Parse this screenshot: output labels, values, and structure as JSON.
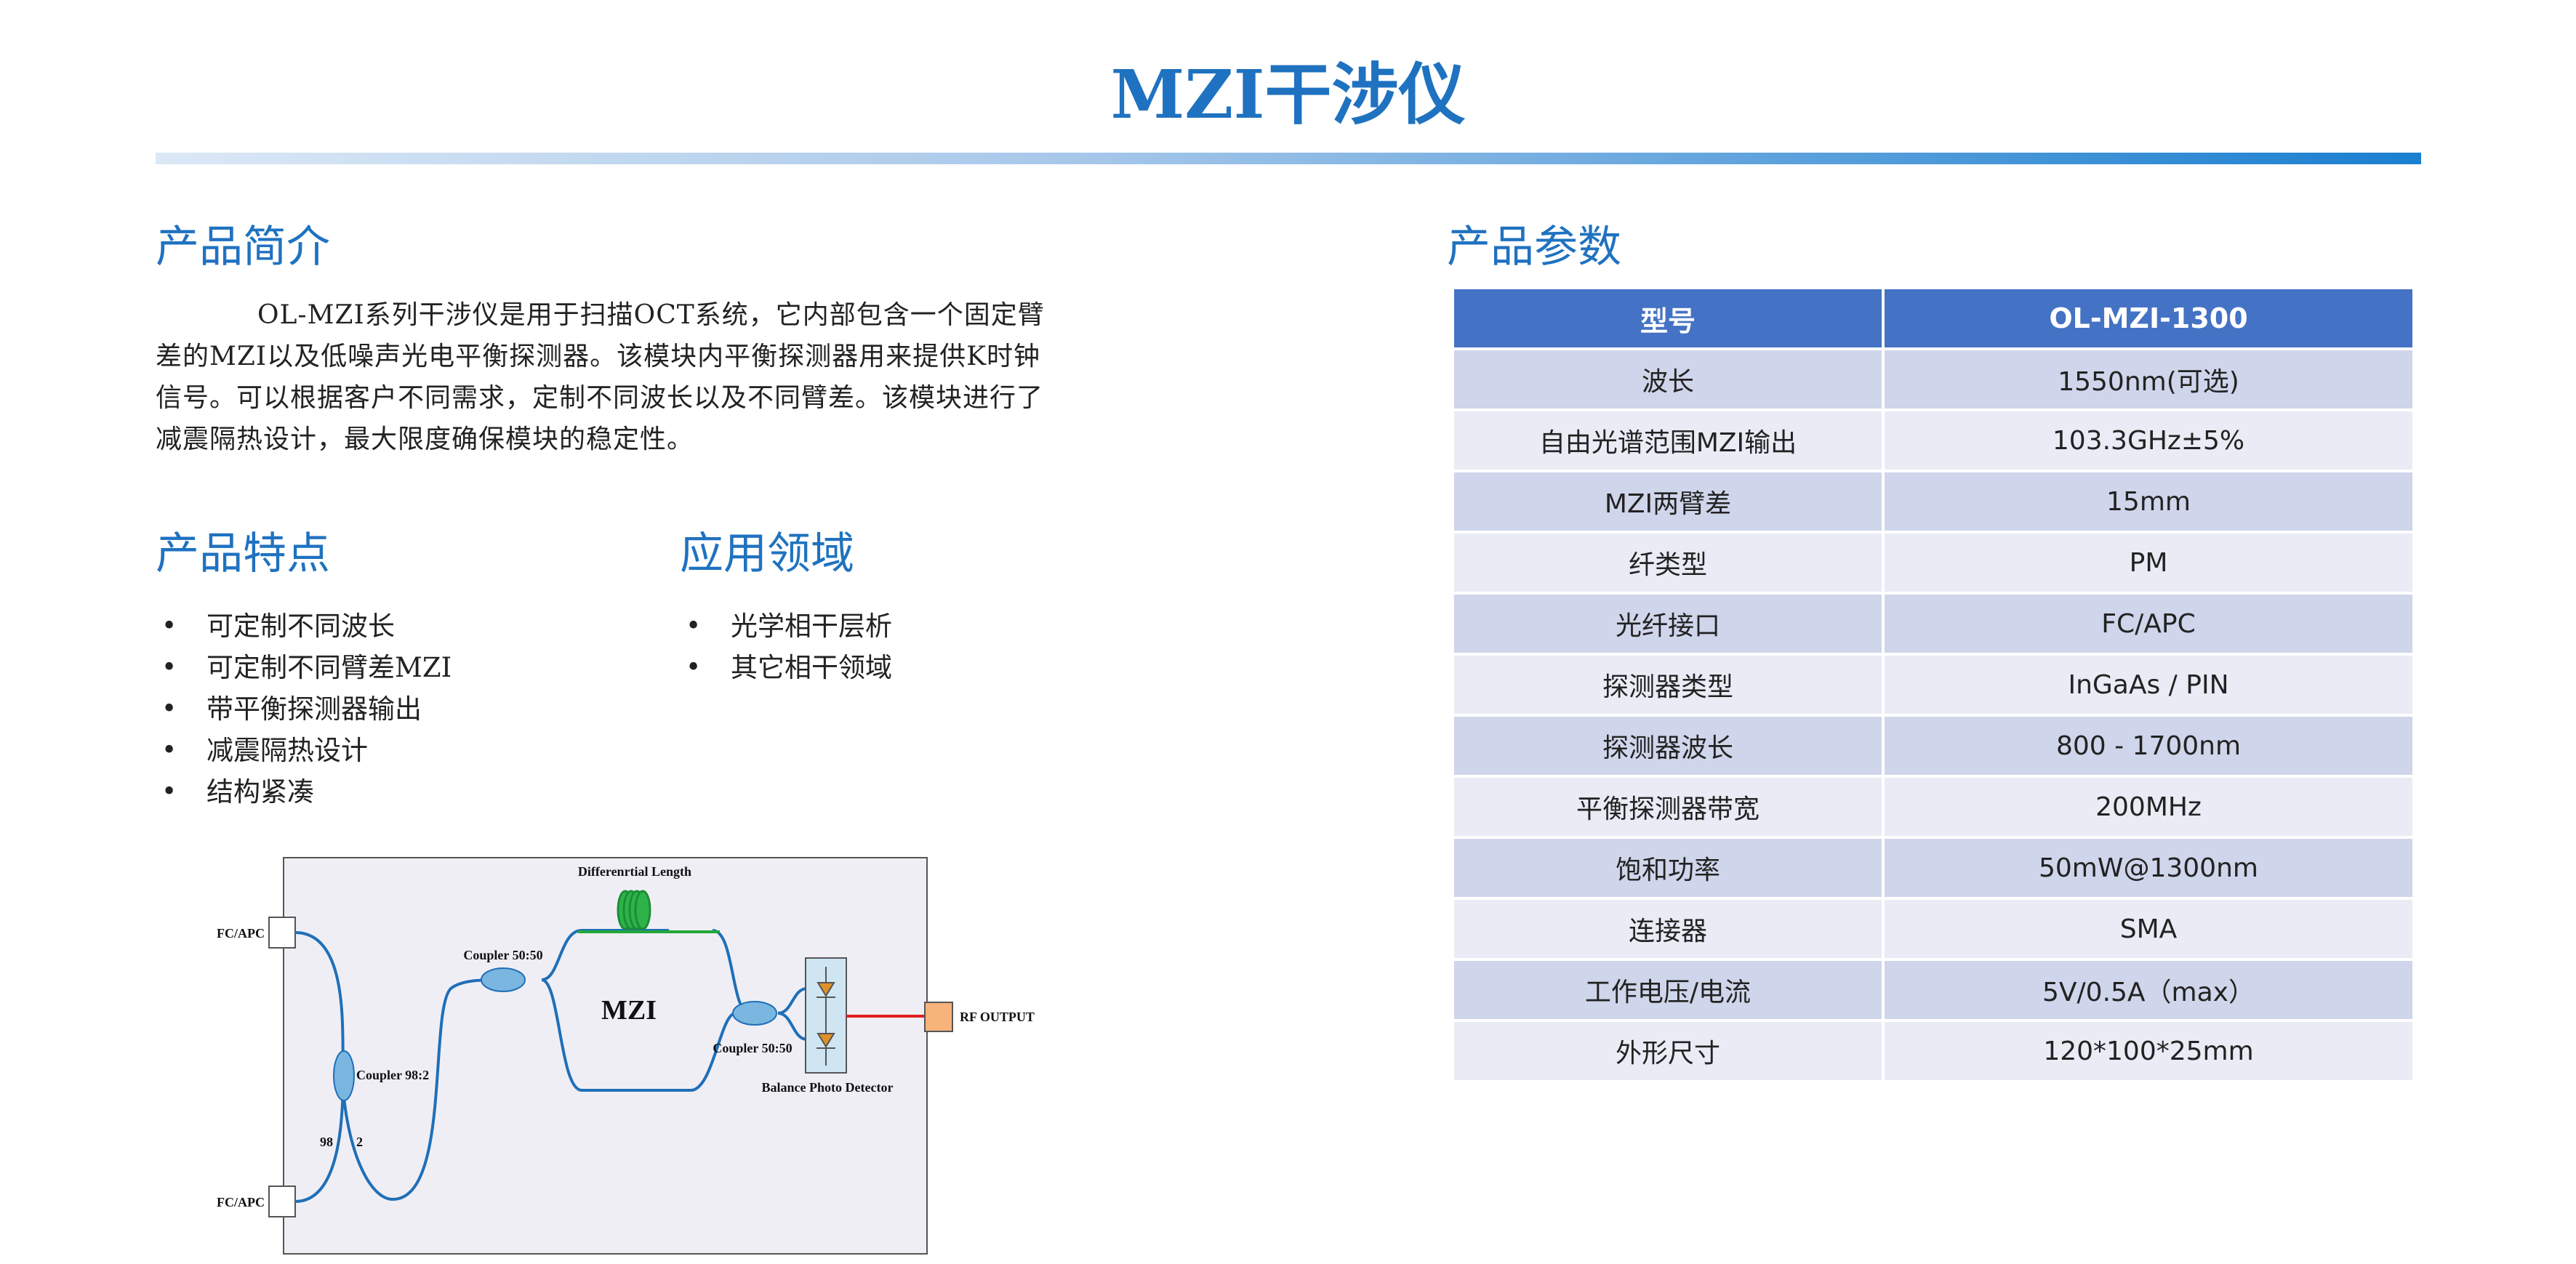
{
  "title": "MZI干涉仪",
  "intro": {
    "heading": "产品简介",
    "text": "OL-MZI系列干涉仪是用于扫描OCT系统，它内部包含一个固定臂差的MZI以及低噪声光电平衡探测器。该模块内平衡探测器用来提供K时钟信号。可以根据客户不同需求，定制不同波长以及不同臂差。该模块进行了减震隔热设计，最大限度确保模块的稳定性。"
  },
  "features": {
    "heading": "产品特点",
    "items": [
      "可定制不同波长",
      "可定制不同臂差MZI",
      "带平衡探测器输出",
      "减震隔热设计",
      "结构紧凑"
    ]
  },
  "applications": {
    "heading": "应用领域",
    "items": [
      "光学相干层析",
      "其它相干领域"
    ]
  },
  "bullet_symbol": "•",
  "diagram": {
    "labels": {
      "fc_apc_top": "FC/APC",
      "fc_apc_bottom": "FC/APC",
      "coupler_98_2": "Coupler 98:2",
      "port_98": "98",
      "port_2": "2",
      "coupler_50_50_left": "Coupler 50:50",
      "coupler_50_50_right": "Coupler 50:50",
      "differential_length": "Differenrtial Length",
      "mzi": "MZI",
      "balance_detector": "Balance Photo Detector",
      "rf_output": "RF OUTPUT"
    },
    "colors": {
      "fiber": "#1f6fb8",
      "coil": "#2db34a",
      "green_arm": "#21a83a",
      "coupler": "#7ab6df",
      "rf_line": "#e02020",
      "rf_port": "#f6b37a",
      "detector_box": "#cfe6f2",
      "detector": "#e0902a",
      "panel": "#f0eef5"
    }
  },
  "params": {
    "heading": "产品参数",
    "header": [
      "型号",
      "OL-MZI-1300"
    ],
    "rows": [
      [
        "波长",
        "1550nm(可选)"
      ],
      [
        "自由光谱范围MZI输出",
        "103.3GHz±5%"
      ],
      [
        "MZI两臂差",
        "15mm"
      ],
      [
        "纤类型",
        "PM"
      ],
      [
        "光纤接口",
        "FC/APC"
      ],
      [
        "探测器类型",
        "InGaAs / PIN"
      ],
      [
        "探测器波长",
        "800 - 1700nm"
      ],
      [
        "平衡探测器带宽",
        "200MHz"
      ],
      [
        "饱和功率",
        "50mW@1300nm"
      ],
      [
        "连接器",
        "SMA"
      ],
      [
        "工作电压/电流",
        "5V/0.5A（max）"
      ],
      [
        "外形尺寸",
        "120*100*25mm"
      ]
    ]
  },
  "colors": {
    "accent": "#1f72c0",
    "table_header": "#4472c4",
    "row_odd": "#cfd5ea",
    "row_even": "#e9ebf5"
  }
}
